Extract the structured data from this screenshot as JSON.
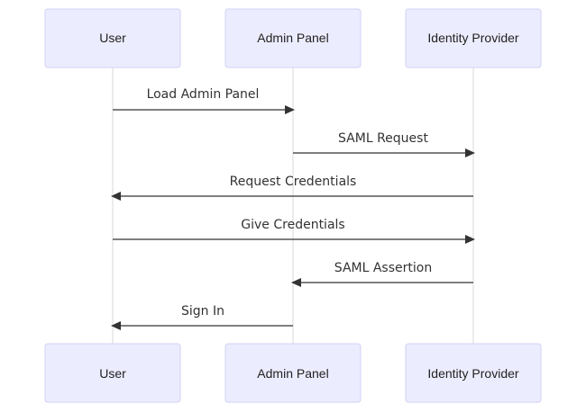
{
  "participants": [
    {
      "id": "user",
      "label": "User"
    },
    {
      "id": "admin",
      "label": "Admin Panel"
    },
    {
      "id": "idp",
      "label": "Identity Provider"
    }
  ],
  "messages": [
    {
      "from": "user",
      "to": "admin",
      "label": "Load Admin Panel"
    },
    {
      "from": "admin",
      "to": "idp",
      "label": "SAML Request"
    },
    {
      "from": "idp",
      "to": "user",
      "label": "Request Credentials"
    },
    {
      "from": "user",
      "to": "idp",
      "label": "Give Credentials"
    },
    {
      "from": "idp",
      "to": "admin",
      "label": "SAML Assertion"
    },
    {
      "from": "admin",
      "to": "user",
      "label": "Sign In"
    }
  ],
  "colors": {
    "actor_fill": "#ececff",
    "actor_border": "#d2d2f4",
    "lifeline": "#d9d9d9",
    "message": "#333333"
  }
}
